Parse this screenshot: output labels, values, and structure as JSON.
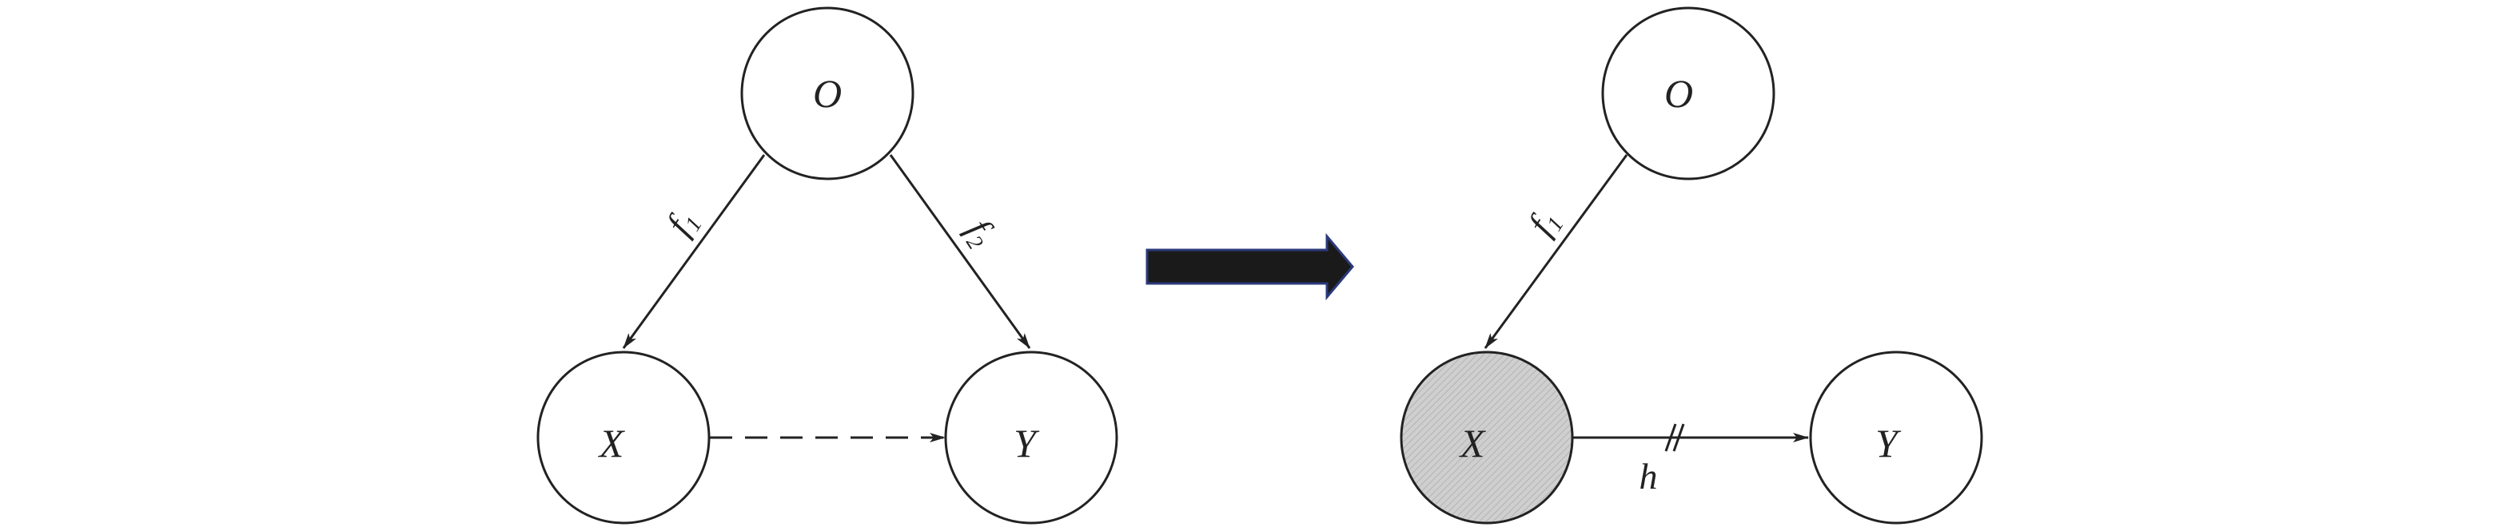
{
  "diagram": {
    "left": {
      "nodes": {
        "o": "O",
        "x": "X",
        "y": "Y"
      },
      "edges": {
        "o_to_x": {
          "symbol": "f",
          "subscript": "1"
        },
        "o_to_y": {
          "symbol": "f",
          "subscript": "2"
        },
        "x_to_y": {
          "style": "dashed"
        }
      }
    },
    "transition": {
      "icon": "arrow-right-icon",
      "color": "#1a1a1a",
      "outline": "#2b3a7a"
    },
    "right": {
      "nodes": {
        "o": "O",
        "x": "X",
        "y": "Y"
      },
      "edges": {
        "o_to_x": {
          "symbol": "f",
          "subscript": "1"
        },
        "x_to_y": {
          "label": "h",
          "marker": "double-slash"
        }
      },
      "shaded_node": "X",
      "shade_color": "#cfcfcf"
    }
  }
}
